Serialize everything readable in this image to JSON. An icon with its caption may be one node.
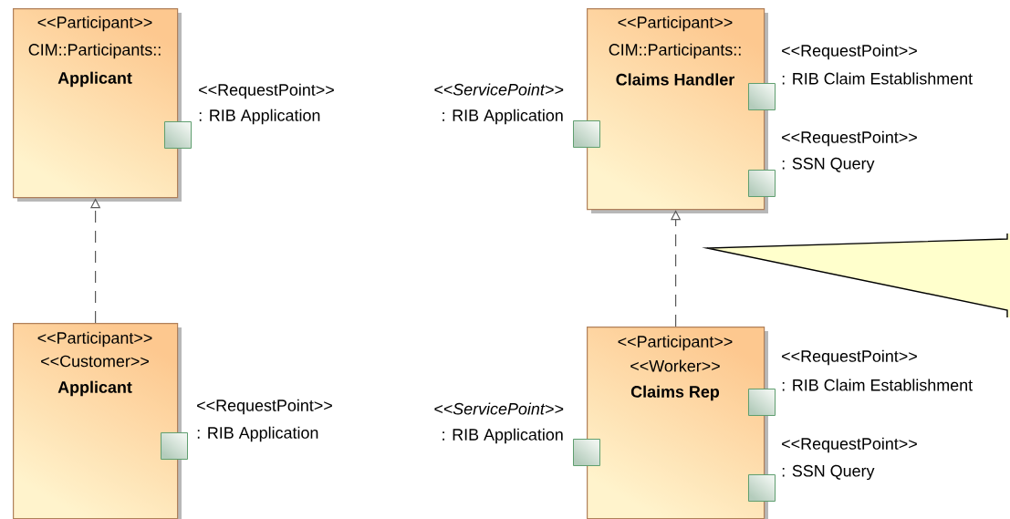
{
  "diagram": {
    "nodes": [
      {
        "text": [
          "<<Participant>>",
          "CIM::Participants::",
          "Applicant"
        ]
      },
      {
        "text": [],
        "shape": "box",
        "in": 0
      },
      {
        "text": [],
        "shape": "box",
        "in": 3
      },
      {
        "text": [
          "<<Participant>>",
          "CIM::Participants::",
          "Claims Handler"
        ]
      },
      {
        "text": [],
        "shape": "box",
        "in": 3
      },
      {
        "text": [],
        "shape": "box",
        "in": 3
      },
      {
        "text": [],
        "shape": "callout"
      },
      {
        "text": [
          "<<Participant>>",
          "<<Customer>>",
          "Applicant"
        ]
      },
      {
        "text": [],
        "shape": "box",
        "in": 7
      },
      {
        "text": [],
        "shape": "box",
        "in": 10
      },
      {
        "text": [
          "<<Participant>>",
          "<<Worker>>",
          "Claims Rep"
        ]
      },
      {
        "text": [],
        "shape": "box",
        "in": 10
      },
      {
        "text": [],
        "shape": "box",
        "in": 10
      }
    ],
    "edges": [
      {
        "from": 7,
        "to": 0,
        "arrow": "to",
        "style": "dashed"
      },
      {
        "from": 10,
        "to": 3,
        "arrow": "to",
        "style": "dashed"
      }
    ],
    "labels": [
      "<<RequestPoint>>",
      ": RIB Application",
      "<<ServicePoint>>",
      ": RIB Application",
      "<<RequestPoint>>",
      ": RIB Claim Establishment",
      "<<RequestPoint>>",
      ": SSN Query",
      "<<RequestPoint>>",
      ": RIB Application",
      "<<ServicePoint>>",
      ": RIB Application",
      "<<RequestPoint>>",
      ": RIB Claim Establishment",
      "<<RequestPoint>>",
      ": SSN Query"
    ]
  }
}
